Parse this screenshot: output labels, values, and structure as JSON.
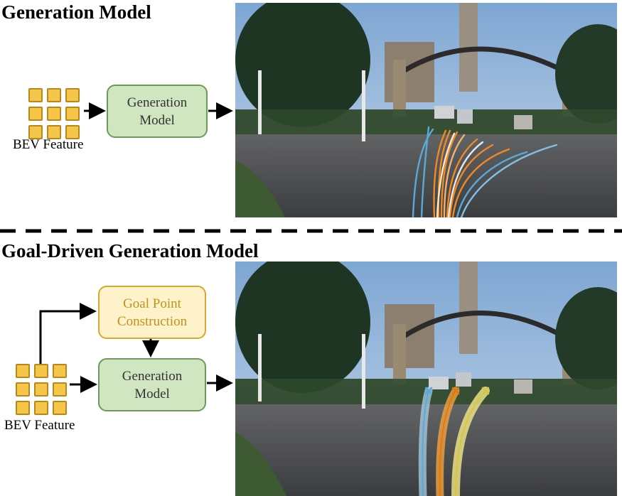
{
  "top": {
    "title": "Generation Model",
    "feature_label": "BEV Feature",
    "model_label_line1": "Generation",
    "model_label_line2": "Model"
  },
  "bottom": {
    "title": "Goal-Driven Generation Model",
    "feature_label": "BEV Feature",
    "goal_label_line1": "Goal Point",
    "goal_label_line2": "Construction",
    "model_label_line1": "Generation",
    "model_label_line2": "Model"
  },
  "colors": {
    "cell_fill": "#f6c64a",
    "model_box_fill": "#cfe6c0",
    "goal_box_fill": "#fdf2c9",
    "trajectory_orange": "#f08a24",
    "trajectory_blue": "#5aaad8",
    "trajectory_yellow": "#f2e06a"
  }
}
